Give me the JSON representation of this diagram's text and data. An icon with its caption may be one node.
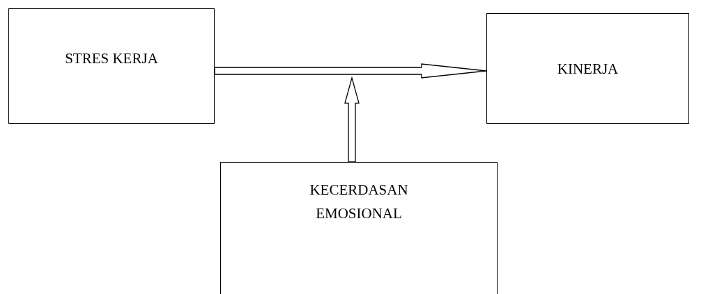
{
  "diagram": {
    "nodes": [
      {
        "text": [
          "STRES KERJA"
        ]
      },
      {
        "text": [
          "KINERJA"
        ]
      },
      {
        "text": [
          "KECERDASAN EMOSIONAL"
        ]
      }
    ],
    "edges": [
      {
        "from": 0,
        "to": 1,
        "arrow": "to"
      },
      {
        "from": 2,
        "to": null,
        "arrow": "to"
      }
    ]
  }
}
